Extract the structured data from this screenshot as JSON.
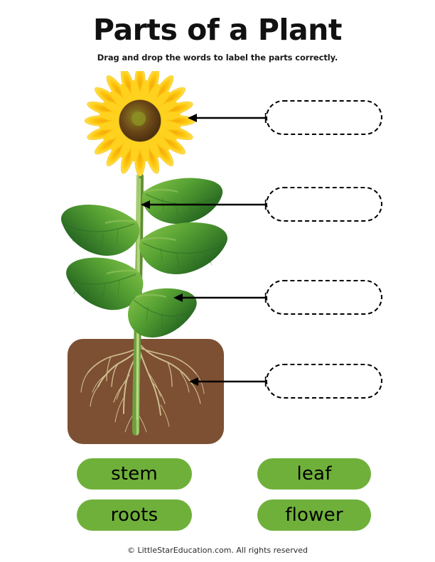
{
  "header": {
    "title": "Parts of a Plant",
    "subtitle": "Drag and drop the words to label the parts correctly."
  },
  "illustration": {
    "name": "sunflower-plant-diagram",
    "parts": [
      {
        "name": "flower-head",
        "label_target": "flower"
      },
      {
        "name": "stem",
        "label_target": "stem"
      },
      {
        "name": "leaf",
        "label_target": "leaf"
      },
      {
        "name": "roots",
        "label_target": "roots"
      }
    ],
    "colors": {
      "petal_light": "#ffe14d",
      "petal_mid": "#fdc60b",
      "petal_dark": "#f0a81b",
      "center_dark": "#5a3a11",
      "center_mid": "#7a5318",
      "center_core": "#8b8f23",
      "leaf_dark": "#1e5c1e",
      "leaf_mid": "#3d8b2e",
      "leaf_light": "#7cc044",
      "stem": "#8fc05a",
      "stem_light": "#b3d97c",
      "soil": "#7d4f33",
      "root": "#cdbd8e"
    }
  },
  "answer_boxes": [
    {
      "id": "answer-box-1",
      "placeholder": "",
      "value": "",
      "points_to": "flower"
    },
    {
      "id": "answer-box-2",
      "placeholder": "",
      "value": "",
      "points_to": "stem"
    },
    {
      "id": "answer-box-3",
      "placeholder": "",
      "value": "",
      "points_to": "leaf"
    },
    {
      "id": "answer-box-4",
      "placeholder": "",
      "value": "",
      "points_to": "roots"
    }
  ],
  "arrows": [
    {
      "id": "arrow-1",
      "direction": "left",
      "from": "answer-box-1",
      "to": "flower-head"
    },
    {
      "id": "arrow-2",
      "direction": "left",
      "from": "answer-box-2",
      "to": "stem"
    },
    {
      "id": "arrow-3",
      "direction": "left",
      "from": "answer-box-3",
      "to": "leaf"
    },
    {
      "id": "arrow-4",
      "direction": "left",
      "from": "answer-box-4",
      "to": "roots"
    }
  ],
  "word_bank": {
    "color": "#6fb03a",
    "words": [
      {
        "label": "stem"
      },
      {
        "label": "leaf"
      },
      {
        "label": "roots"
      },
      {
        "label": "flower"
      }
    ]
  },
  "footer": {
    "text": "© LittleStarEducation.com. All rights reserved"
  }
}
